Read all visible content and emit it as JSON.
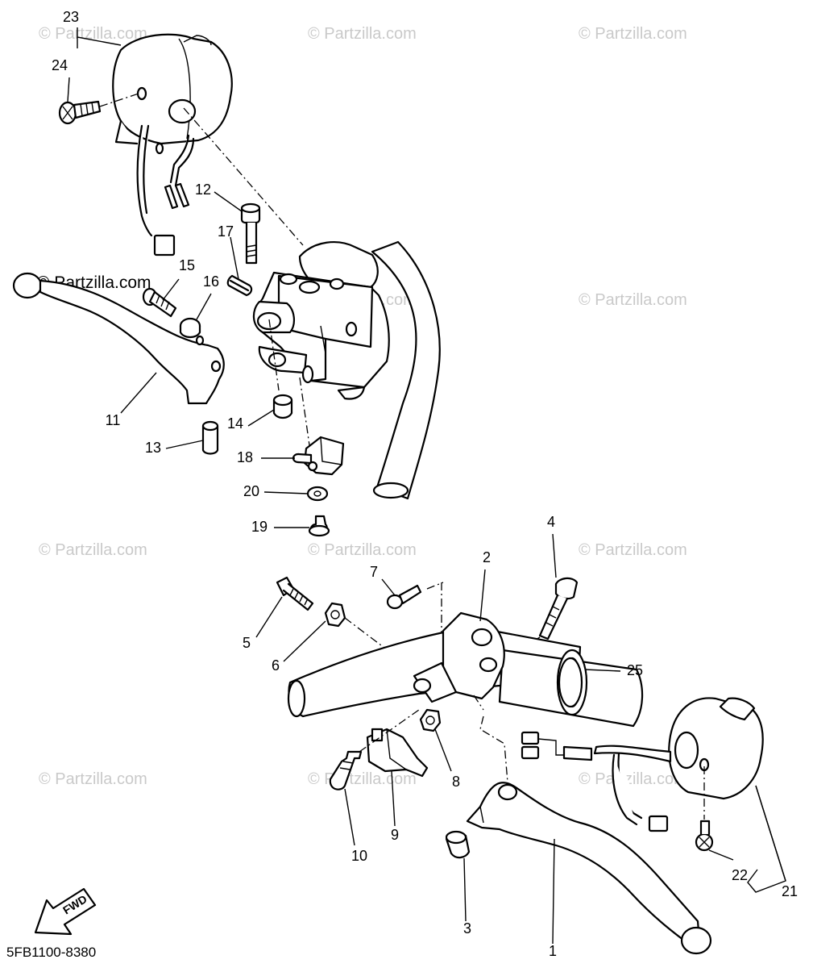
{
  "watermark_text": "© Partzilla.com",
  "diagram_code": "5FB1100-8380",
  "fwd_label": "FWD",
  "callouts": [
    "1",
    "2",
    "3",
    "4",
    "5",
    "6",
    "7",
    "8",
    "9",
    "10",
    "11",
    "12",
    "13",
    "14",
    "15",
    "16",
    "17",
    "18",
    "19",
    "20",
    "21",
    "22",
    "23",
    "24",
    "25"
  ]
}
